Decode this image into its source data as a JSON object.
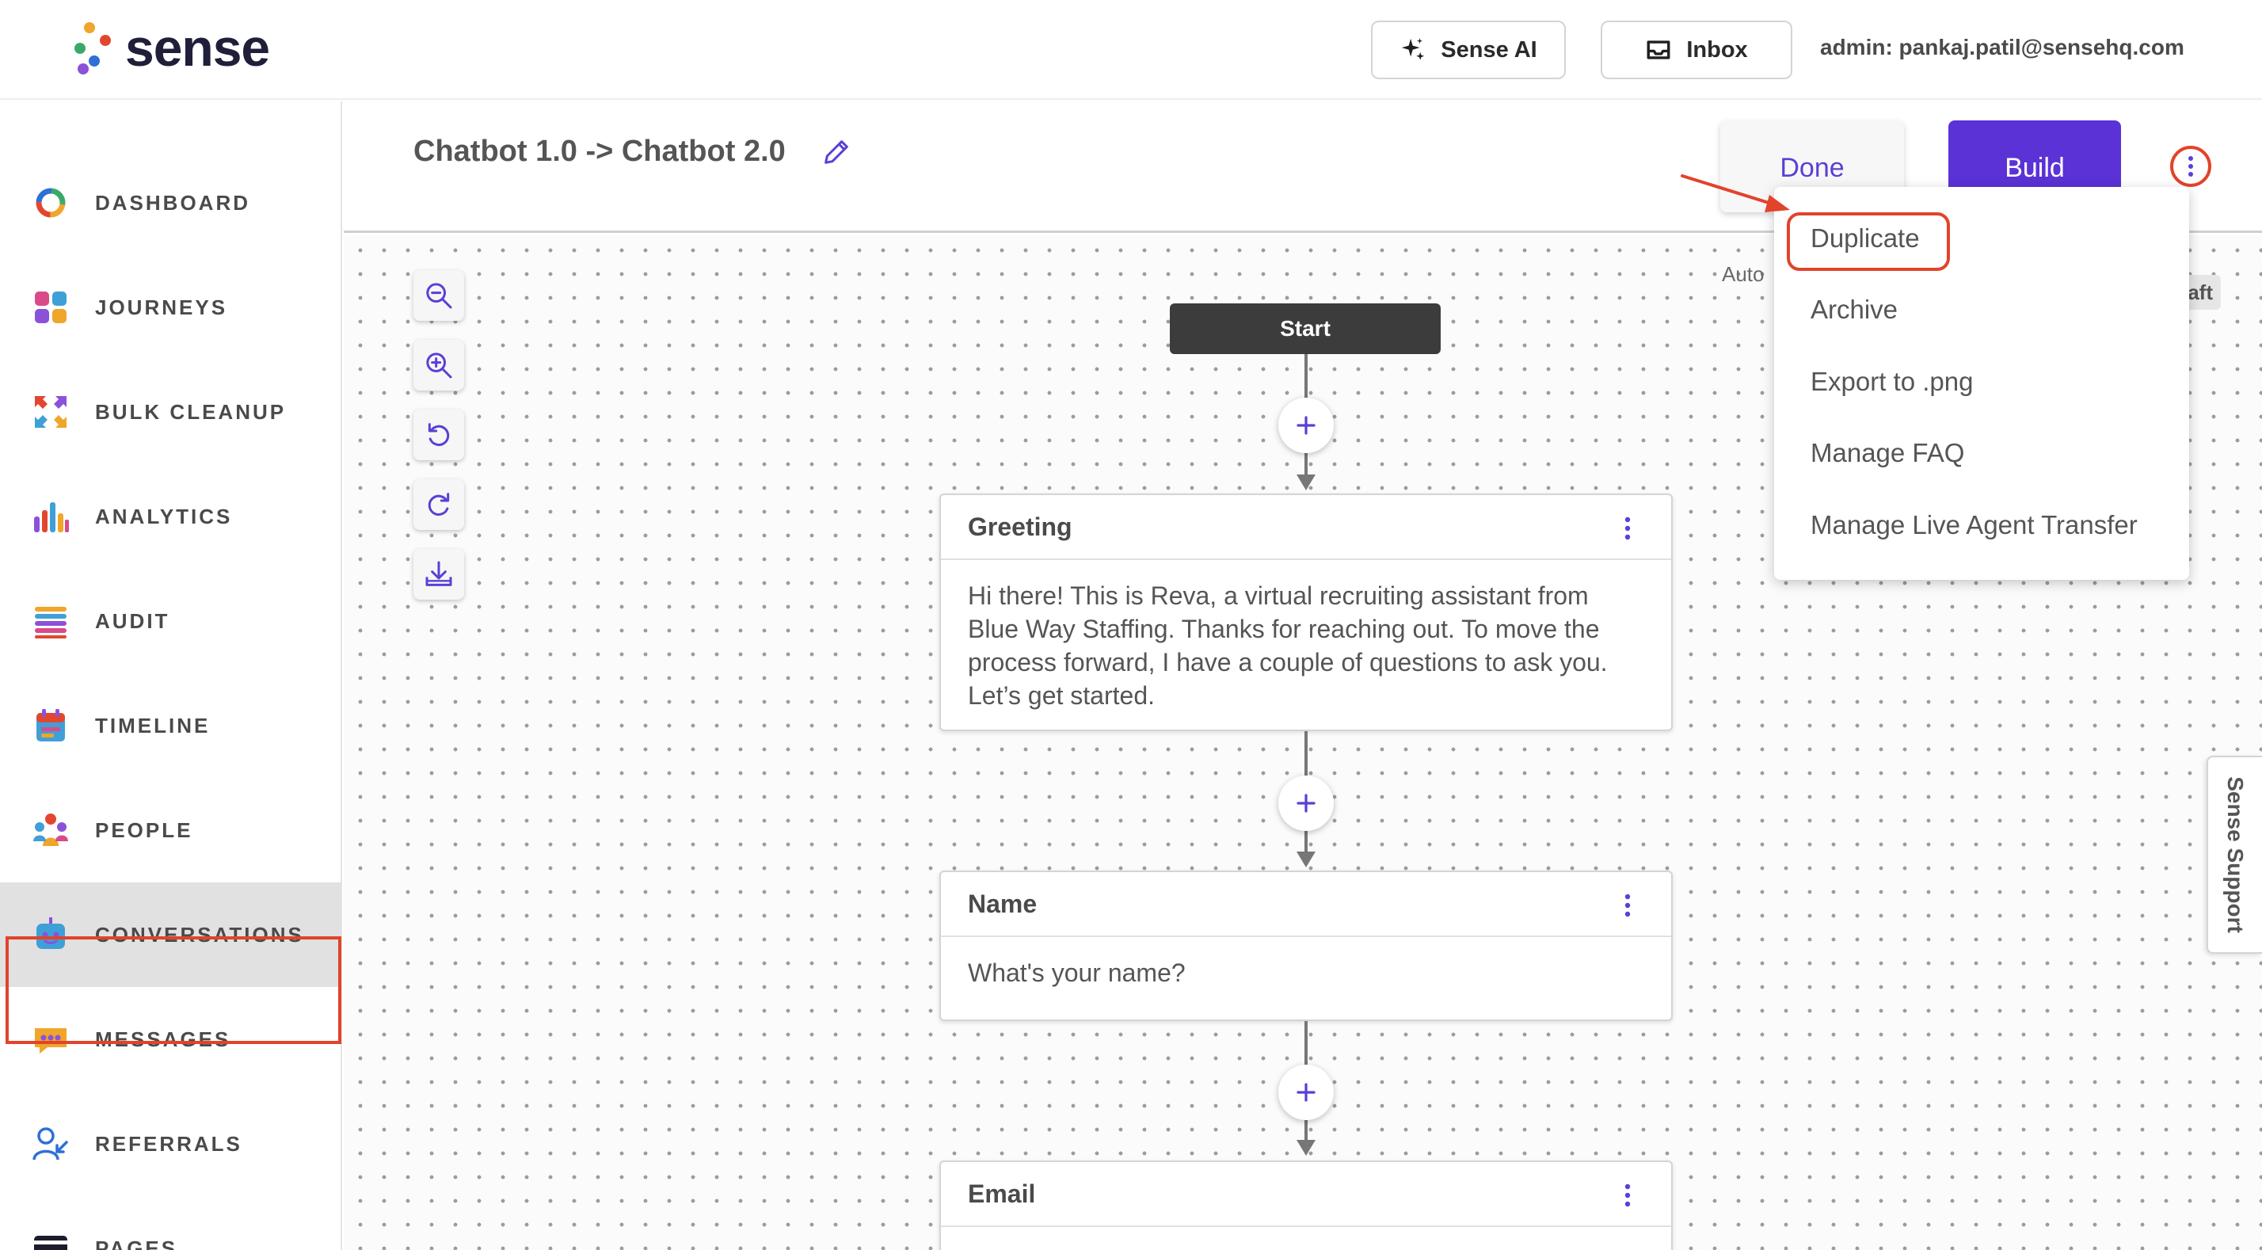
{
  "brand": {
    "name": "sense"
  },
  "header": {
    "ai_button": "Sense AI",
    "inbox_button": "Inbox",
    "admin_label": "admin: pankaj.patil@sensehq.com"
  },
  "sidebar": {
    "active": "CONVERSATIONS",
    "items": [
      {
        "label": "DASHBOARD",
        "icon": "dashboard-ring-icon"
      },
      {
        "label": "JOURNEYS",
        "icon": "journeys-grid-icon"
      },
      {
        "label": "BULK CLEANUP",
        "icon": "bulk-cleanup-arrows-icon"
      },
      {
        "label": "ANALYTICS",
        "icon": "analytics-bars-icon"
      },
      {
        "label": "AUDIT",
        "icon": "audit-list-icon"
      },
      {
        "label": "TIMELINE",
        "icon": "timeline-calendar-icon"
      },
      {
        "label": "PEOPLE",
        "icon": "people-group-icon"
      },
      {
        "label": "CONVERSATIONS",
        "icon": "conversations-bot-icon"
      },
      {
        "label": "MESSAGES",
        "icon": "messages-bubble-icon"
      },
      {
        "label": "REFERRALS",
        "icon": "referrals-user-icon"
      },
      {
        "label": "PAGES",
        "icon": "pages-card-icon"
      }
    ]
  },
  "page": {
    "title": "Chatbot 1.0 -> Chatbot 2.0",
    "done_button": "Done",
    "build_button": "Build"
  },
  "canvas": {
    "auto_label": "Auto",
    "status_chip": "aft",
    "start_label": "Start",
    "nodes": [
      {
        "title": "Greeting",
        "text": "Hi there! This is Reva, a virtual recruiting assistant from Blue Way Staffing. Thanks for reaching out. To move the process forward, I have a couple of questions to ask you. Let’s get started."
      },
      {
        "title": "Name",
        "text": "What's your name?"
      },
      {
        "title": "Email",
        "text": ""
      }
    ]
  },
  "menu": {
    "items": [
      "Duplicate",
      "Archive",
      "Export to .png",
      "Manage FAQ",
      "Manage Live Agent Transfer"
    ]
  },
  "support": {
    "label": "Sense Support"
  },
  "colors": {
    "accent": "#5b32d6",
    "annotation": "#e2432b",
    "active_nav": "#e1e1e1"
  }
}
